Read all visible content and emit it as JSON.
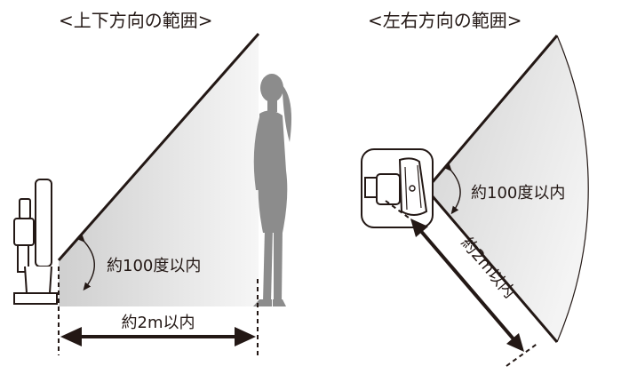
{
  "left_panel": {
    "title": "<上下方向の範囲>",
    "angle_label": "約100度以内",
    "distance_label": "約2m以内"
  },
  "right_panel": {
    "title": "<左右方向の範囲>",
    "angle_label": "約100度以内",
    "distance_label": "約2m以内"
  },
  "colors": {
    "ink": "#231815",
    "range_fill": "#dcdcdc",
    "range_fill_light": "#f4f4f4",
    "person": "#8c8c8c"
  }
}
